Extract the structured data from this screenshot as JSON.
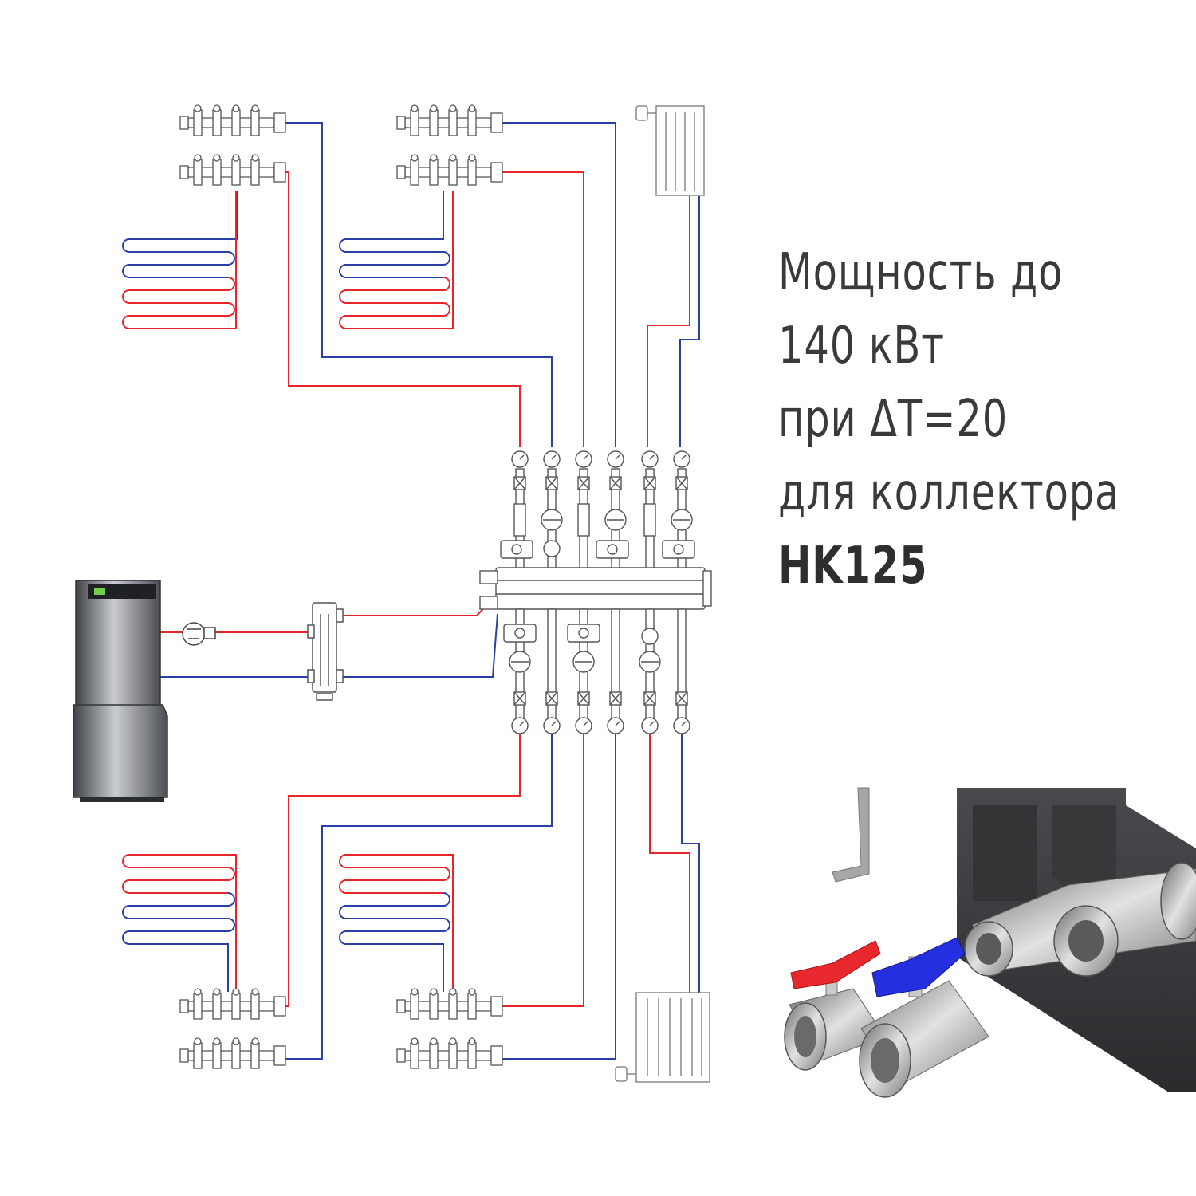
{
  "caption": {
    "line1": "Мощность до",
    "line2": "140 кВт",
    "line3": "при ΔT=20",
    "line4": "для коллектора",
    "model": "HK125"
  },
  "colors": {
    "supply_pipe": "#e8252b",
    "return_pipe": "#2b3fa8",
    "outline": "#555555",
    "boiler_body": "#5b5e63",
    "valve_red": "#e8282c",
    "valve_blue": "#2430e0",
    "insulation": "#3b3b3e"
  },
  "icons": {
    "boiler": "boiler-icon",
    "pump": "circulation-pump-icon",
    "hydraulic_separator": "hydraulic-separator-icon",
    "collector": "distribution-collector-icon",
    "floor_manifold": "floor-heating-manifold-icon",
    "radiator": "radiator-icon",
    "ball_valve": "ball-valve-icon"
  }
}
